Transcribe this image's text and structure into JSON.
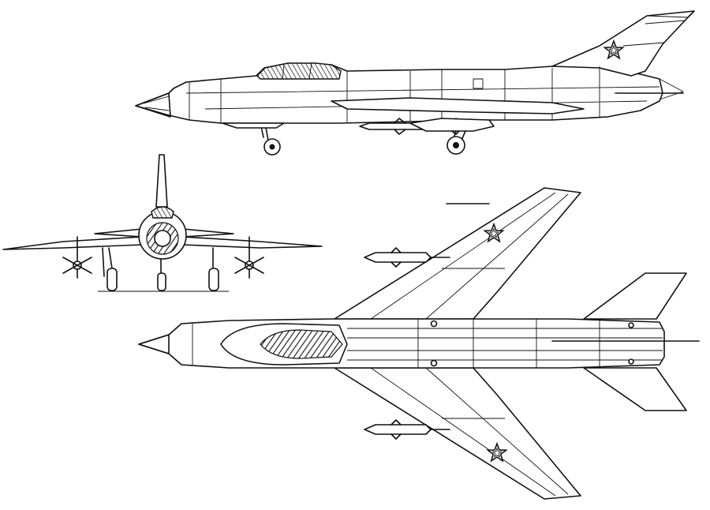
{
  "drawing": {
    "views": [
      "side",
      "front",
      "top"
    ],
    "insignia": "red-star",
    "colors": {
      "line": "#111111",
      "paper": "#ffffff"
    }
  }
}
